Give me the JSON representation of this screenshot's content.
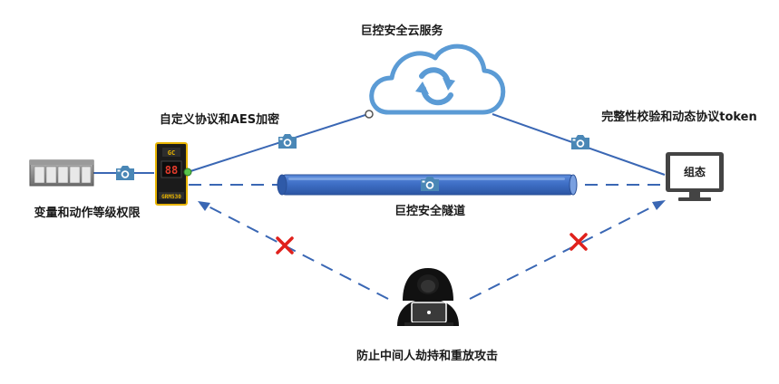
{
  "labels": {
    "cloud": "巨控安全云服务",
    "protocol": "自定义协议和AES加密",
    "integrity": "完整性校验和动态协议token",
    "permission": "变量和动作等级权限",
    "tunnel": "巨控安全隧道",
    "attack": "防止中间人劫持和重放攻击",
    "monitor": "组态",
    "device_brand": "GC",
    "device_model": "GRM530",
    "device_display": "88"
  },
  "colors": {
    "link_blue": "#3a67b4",
    "tunnel_fill": "#3f6fc6",
    "cloud_stroke": "#5b9bd5",
    "cross_red": "#e0211c",
    "camera_fill": "#4a87b6"
  },
  "icons": {
    "cloud": "cloud-sync-icon",
    "camera": "camera-icon",
    "device": "plc-module-icon",
    "server": "server-rack-icon",
    "monitor": "monitor-icon",
    "hacker": "hacker-icon",
    "blocked": "cross-icon"
  }
}
